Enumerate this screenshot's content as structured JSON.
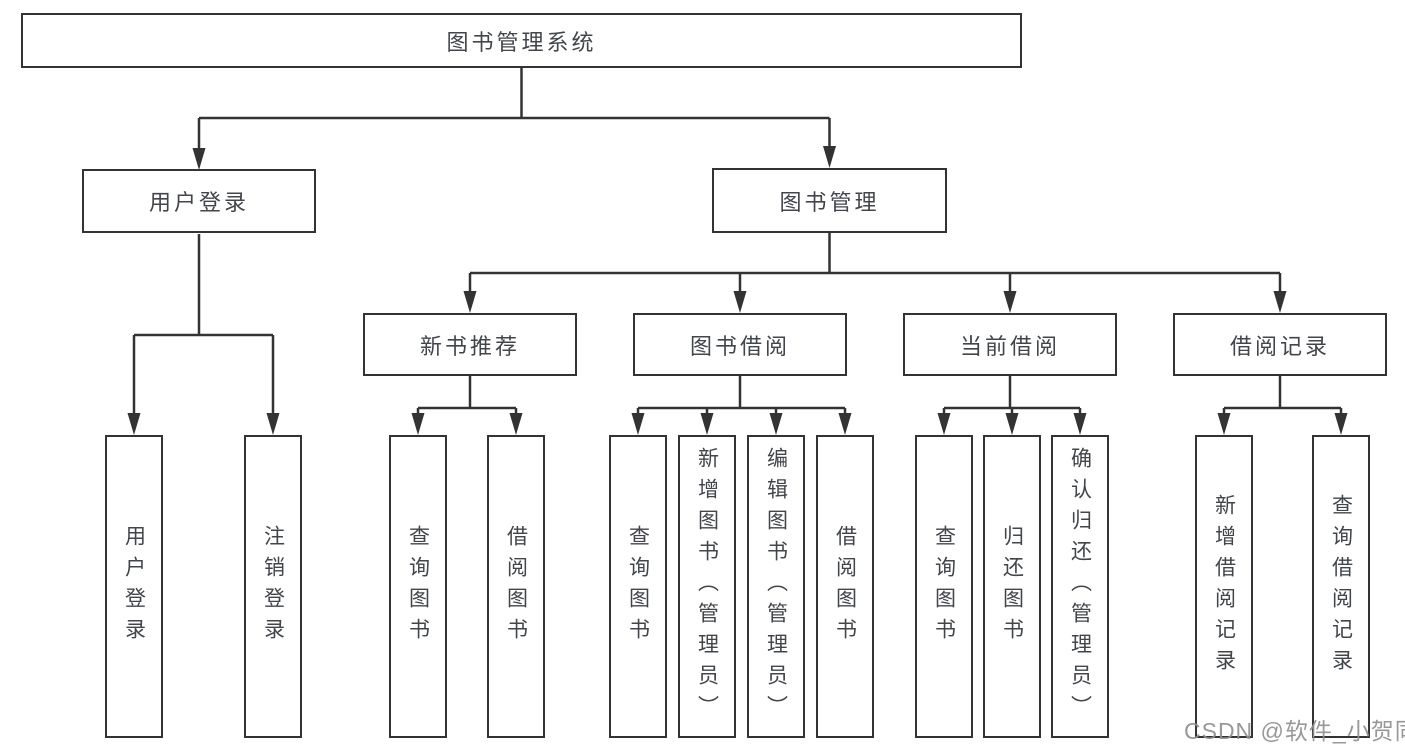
{
  "colors": {
    "background": "#ffffff",
    "line": "#333333",
    "text": "#42454a",
    "watermark": "#8f8f8f"
  },
  "watermark": {
    "text": "CSDN @软件_小贺同学"
  },
  "tree": {
    "root": {
      "label": "图书管理系统"
    },
    "branches": [
      {
        "label": "用户登录",
        "children": [
          "用户登录",
          "注销登录"
        ]
      },
      {
        "label": "图书管理",
        "groups": [
          {
            "label": "新书推荐",
            "children": [
              "查询图书",
              "借阅图书"
            ]
          },
          {
            "label": "图书借阅",
            "children": [
              "查询图书",
              "新增图书（管理员）",
              "编辑图书（管理员）",
              "借阅图书"
            ]
          },
          {
            "label": "当前借阅",
            "children": [
              "查询图书",
              "归还图书",
              "确认归还（管理员）"
            ]
          },
          {
            "label": "借阅记录",
            "children": [
              "新增借阅记录",
              "查询借阅记录"
            ]
          }
        ]
      }
    ]
  }
}
